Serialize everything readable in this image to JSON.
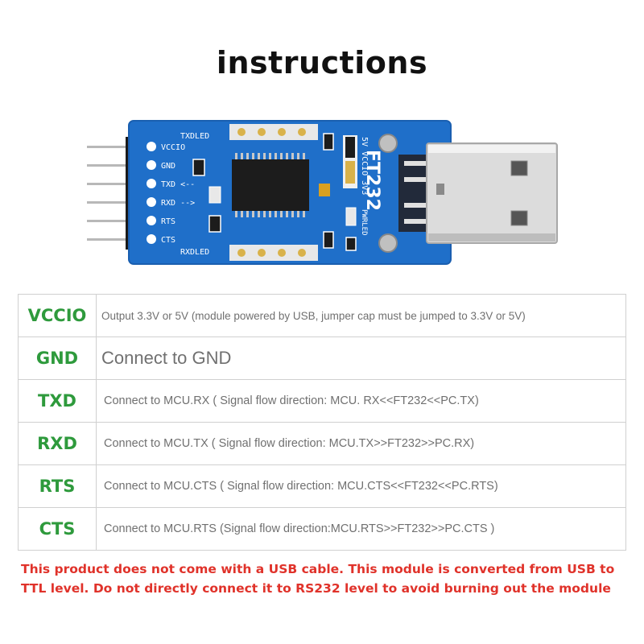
{
  "page": {
    "title": "instructions"
  },
  "board": {
    "silkscreen": {
      "txdled": "TXDLED",
      "rxdled": "RXDLED",
      "vccio": "VCCIO",
      "gnd": "GND",
      "txd": "TXD <--",
      "rxd": "RXD -->",
      "rts": "RTS",
      "cts": "CTS",
      "voltage": "5V VCCIO 3V3",
      "chip": "FT232",
      "pwrled": "PWRLED"
    },
    "colors": {
      "pcb": "#1f6fc9",
      "pcb_edge": "#1a5fb0",
      "chip": "#1c1c1c",
      "gold": "#d9b24a"
    }
  },
  "pins": [
    {
      "name": "VCCIO",
      "desc": "Output 3.3V or 5V (module powered by USB, jumper cap must be jumped to 3.3V or 5V)"
    },
    {
      "name": "GND",
      "desc": "Connect to GND"
    },
    {
      "name": "TXD",
      "desc": "Connect to MCU.RX ( Signal flow direction: MCU. RX<<FT232<<PC.TX)"
    },
    {
      "name": "RXD",
      "desc": "Connect to MCU.TX ( Signal flow direction: MCU.TX>>FT232>>PC.RX)"
    },
    {
      "name": "RTS",
      "desc": "Connect to MCU.CTS ( Signal flow direction: MCU.CTS<<FT232<<PC.RTS)"
    },
    {
      "name": "CTS",
      "desc": "Connect to MCU.RTS (Signal flow direction:MCU.RTS>>FT232>>PC.CTS )"
    }
  ],
  "warning": {
    "text": "This product does not come with a USB cable. This module is converted from USB to TTL level. Do not directly connect it to RS232 level to avoid burning out the module",
    "color": "#e0322a"
  },
  "accent": {
    "pin_name_color": "#2e9a3c"
  }
}
